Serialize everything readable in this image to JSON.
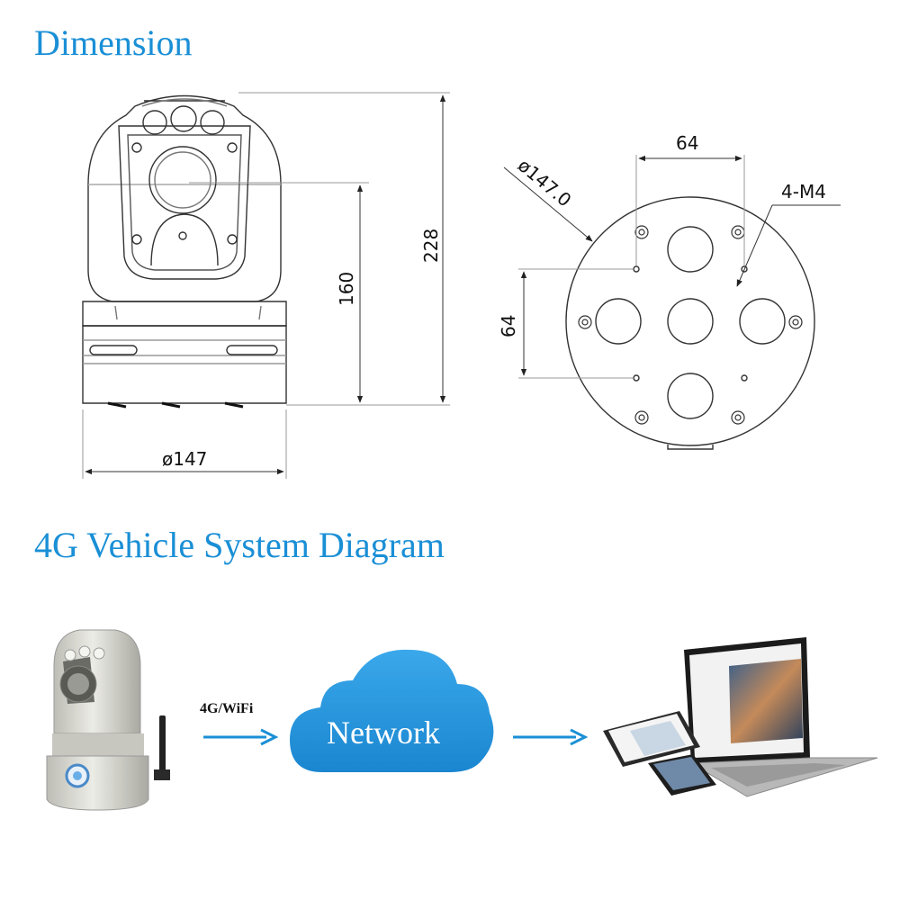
{
  "headings": {
    "dimension": "Dimension",
    "system": "4G Vehicle System Diagram"
  },
  "front_view": {
    "width_label": "ø147",
    "height_label": "228",
    "lens_height_label": "160"
  },
  "base_view": {
    "diameter_label": "ø147.0",
    "horizontal_spacing_label": "64",
    "vertical_spacing_label": "64",
    "screw_label": "4-M4"
  },
  "system_diagram": {
    "link_label": "4G/WiFi",
    "network_label": "Network",
    "accent_color": "#1a8fd6",
    "devices": [
      "camera",
      "network-cloud",
      "laptop",
      "tablet",
      "phone"
    ]
  }
}
